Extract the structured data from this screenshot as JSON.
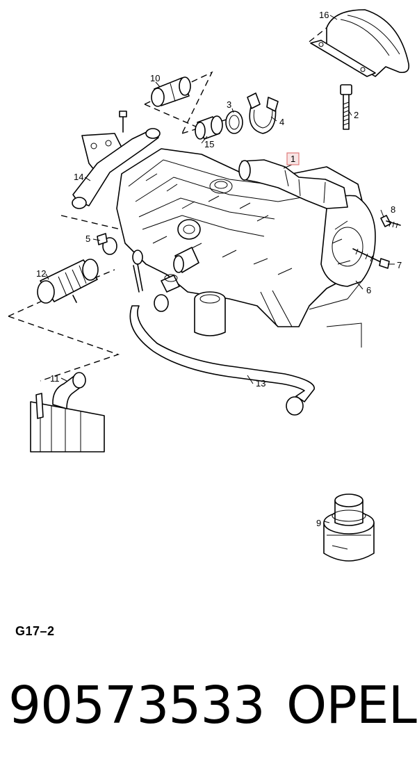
{
  "callouts": {
    "p1": "1",
    "p2": "2",
    "p3": "3",
    "p4": "4",
    "p5": "5",
    "p6": "6",
    "p7": "7",
    "p8": "8",
    "p9": "9",
    "p10": "10",
    "p11": "11",
    "p12": "12",
    "p13": "13",
    "p14": "14",
    "p15": "15",
    "p16": "16"
  },
  "highlighted_callout": "1",
  "colors": {
    "highlight_fill": "#f7e5e5",
    "highlight_stroke": "#e07a7a",
    "ink": "#000000"
  },
  "diagram_code": "G17–2",
  "part_number": "90573533",
  "brand": "OPEL"
}
